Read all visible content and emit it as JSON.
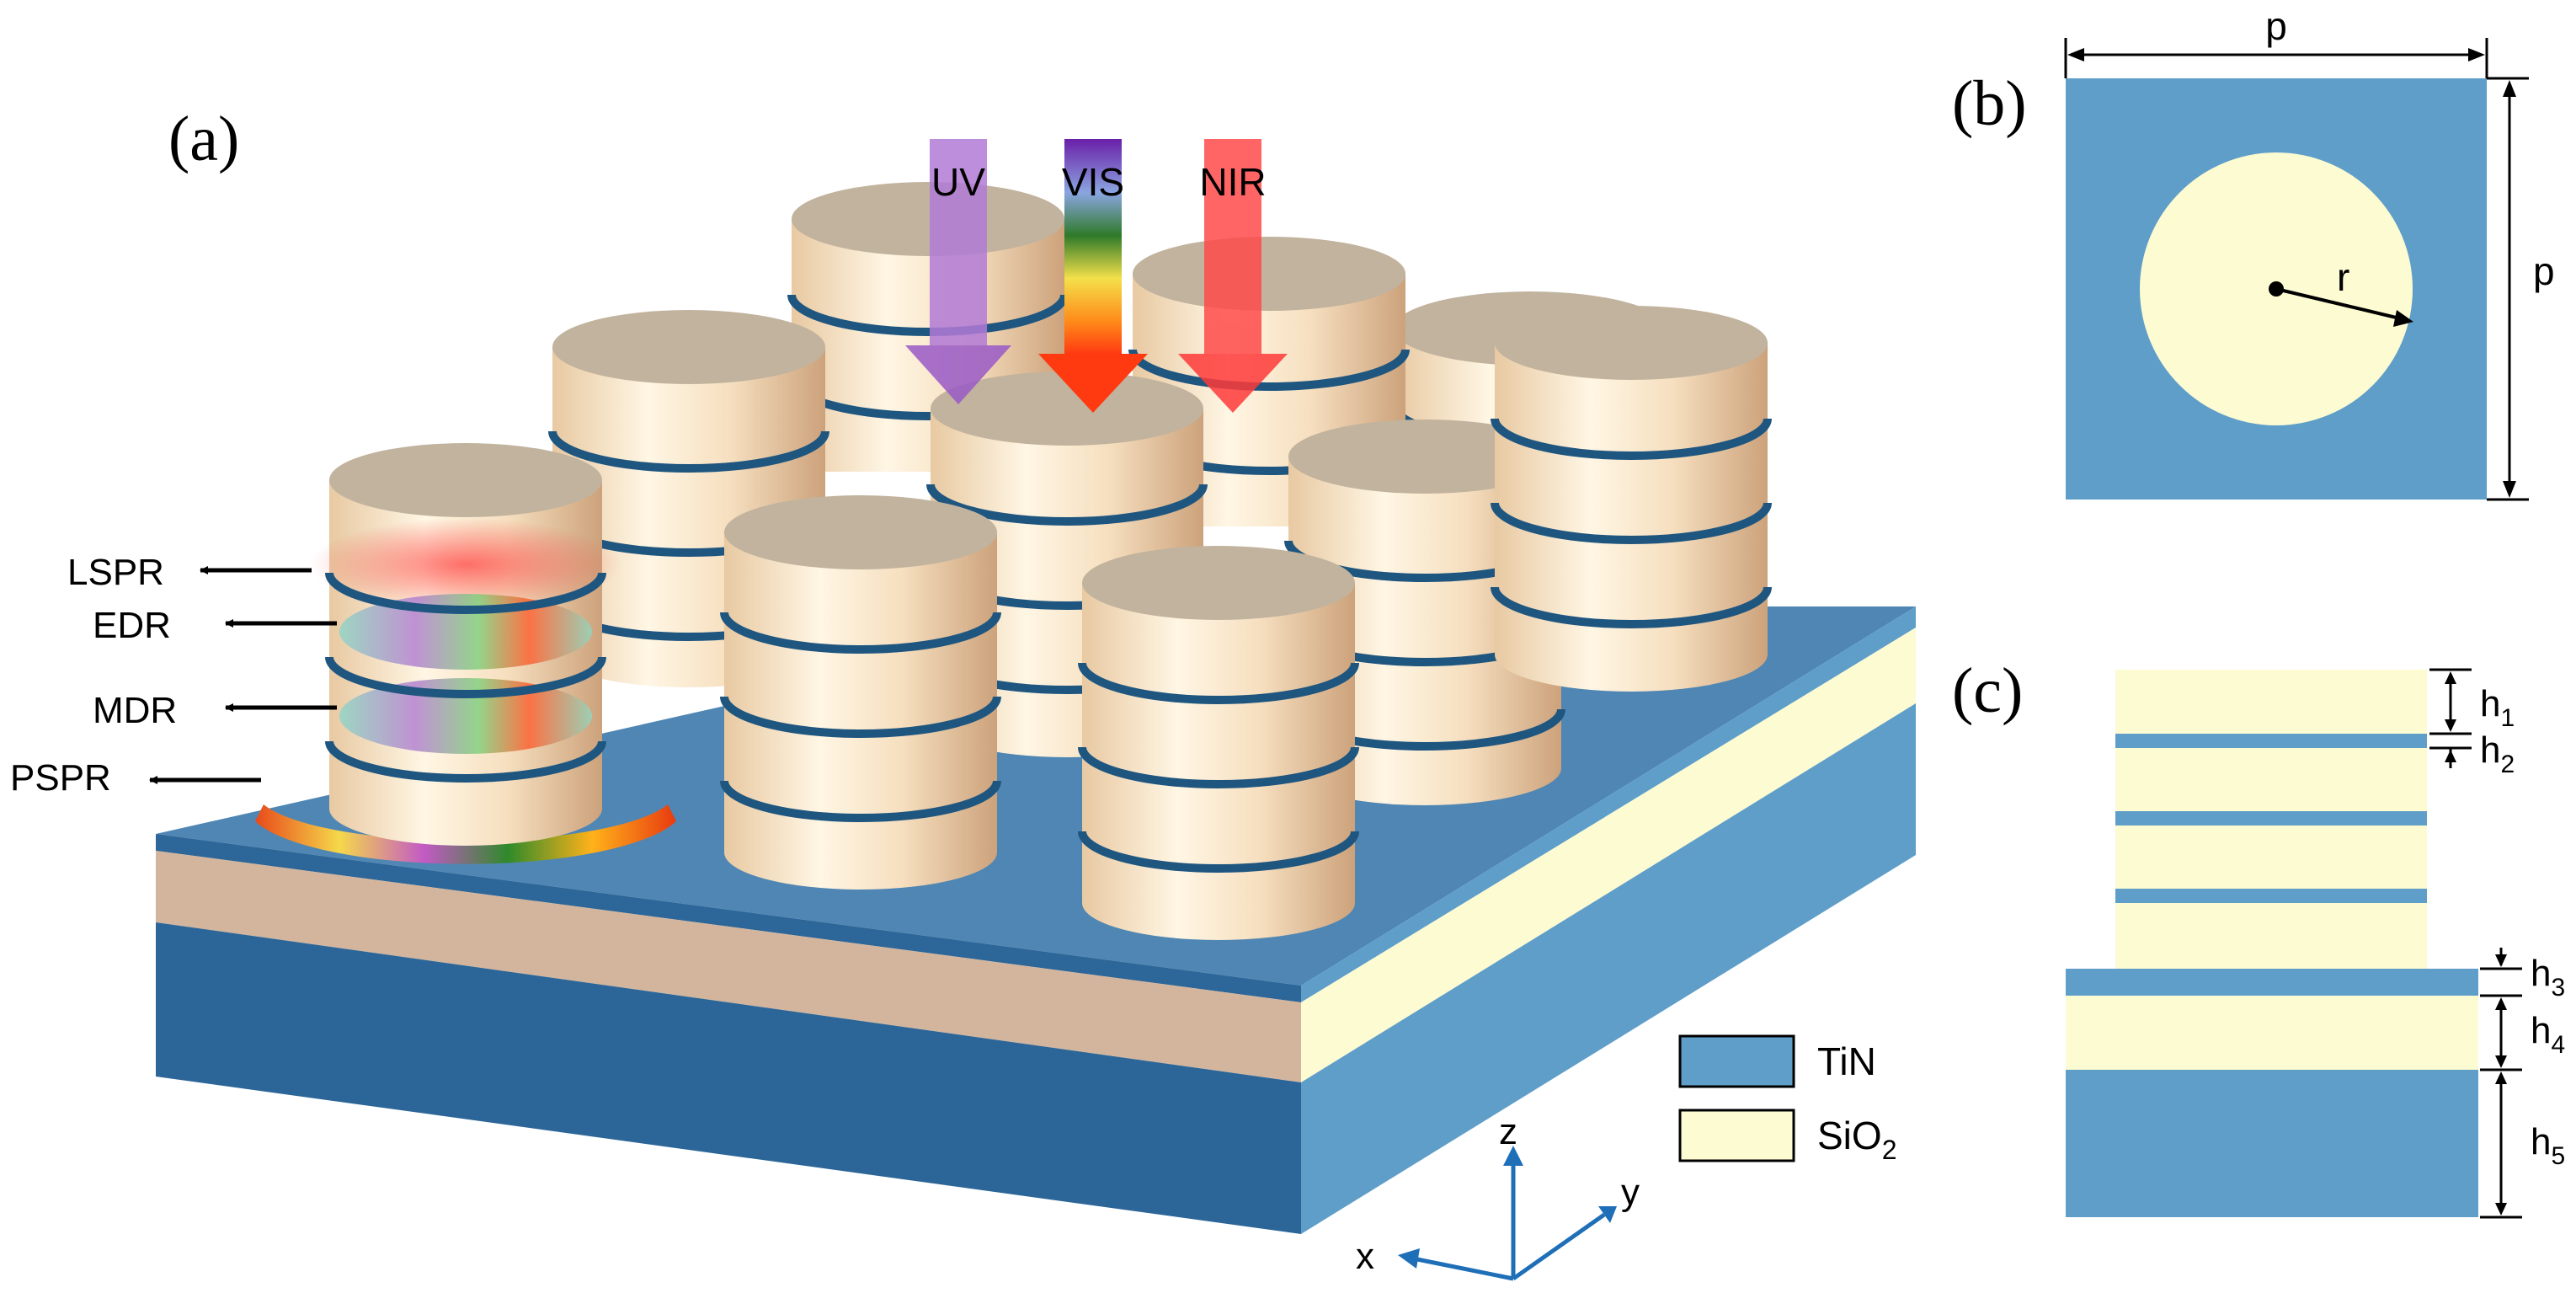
{
  "panels": {
    "a": "(a)",
    "b": "(b)",
    "c": "(c)"
  },
  "light": {
    "uv": "UV",
    "vis": "VIS",
    "nir": "NIR"
  },
  "resonances": {
    "lspr": "LSPR",
    "edr": "EDR",
    "mdr": "MDR",
    "pspr": "PSPR"
  },
  "axes": {
    "x": "x",
    "y": "y",
    "z": "z"
  },
  "legend": {
    "tin": "TiN",
    "sio2_base": "SiO",
    "sio2_sub": "2"
  },
  "dims": {
    "p": "p",
    "r": "r",
    "h": "h",
    "h1": "1",
    "h2": "2",
    "h3": "3",
    "h4": "4",
    "h5": "5"
  },
  "colors": {
    "tin": "#5f9ec9",
    "tin_dark": "#2d6698",
    "sio2": "#fdfbd2",
    "ring": "#1f5680",
    "top": "#c1b39e",
    "substrate_side": "#d3b59d"
  }
}
